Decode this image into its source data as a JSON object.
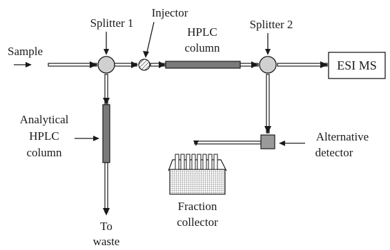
{
  "labels": {
    "sample": "Sample",
    "splitter1": "Splitter 1",
    "injector": "Injector",
    "hplc_column_line1": "HPLC",
    "hplc_column_line2": "column",
    "splitter2": "Splitter 2",
    "esi_ms": "ESI MS",
    "analytical_line1": "Analytical",
    "analytical_line2": "HPLC",
    "analytical_line3": "column",
    "alternative_line1": "Alternative",
    "alternative_line2": "detector",
    "fraction_line1": "Fraction",
    "fraction_line2": "collector",
    "waste_line1": "To",
    "waste_line2": "waste"
  },
  "colors": {
    "line": "#1a1a1a",
    "column_fill": "#7a7a7a",
    "splitter_fill": "#d0d0d0"
  }
}
